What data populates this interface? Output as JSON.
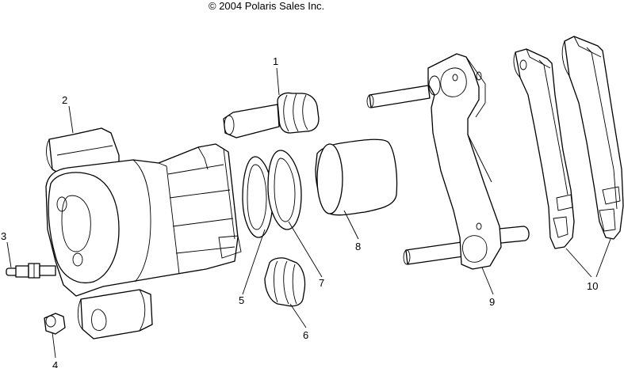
{
  "header": {
    "copyright": "© 2004 Polaris Sales Inc."
  },
  "callouts": [
    {
      "id": "1",
      "label": "1"
    },
    {
      "id": "2",
      "label": "2"
    },
    {
      "id": "3",
      "label": "3"
    },
    {
      "id": "4",
      "label": "4"
    },
    {
      "id": "5",
      "label": "5"
    },
    {
      "id": "6",
      "label": "6"
    },
    {
      "id": "7",
      "label": "7"
    },
    {
      "id": "8",
      "label": "8"
    },
    {
      "id": "9",
      "label": "9"
    },
    {
      "id": "10",
      "label": "10"
    }
  ]
}
